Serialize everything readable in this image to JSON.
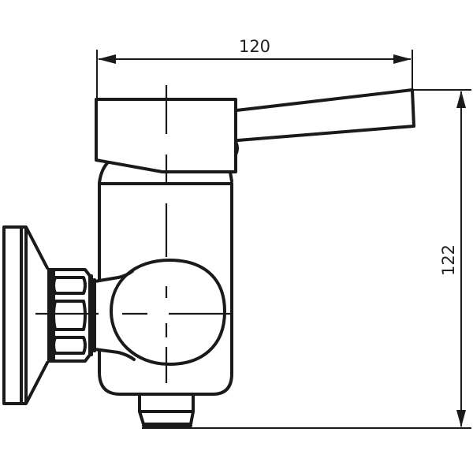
{
  "drawing": {
    "subject": "wall-mounted single-lever mixer tap, side view",
    "units": "mm",
    "line_color": "#1a1a1a",
    "text_color": "#231f20",
    "background": "#ffffff"
  },
  "dimensions": {
    "width": {
      "label": "120",
      "orientation": "horizontal"
    },
    "height": {
      "label": "122",
      "orientation": "vertical"
    }
  }
}
